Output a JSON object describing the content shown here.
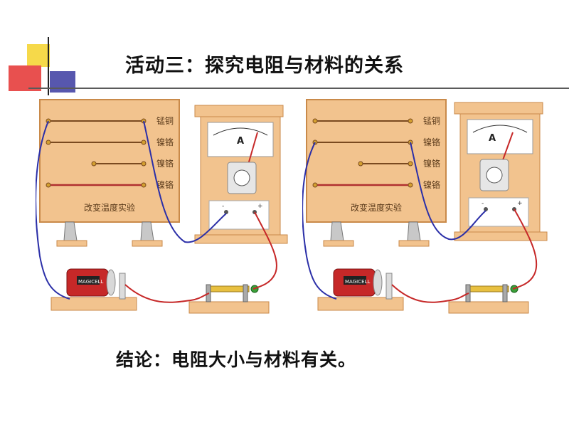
{
  "title": "活动三：探究电阻与材料的关系",
  "conclusion": "结论：电阻大小与材料有关。",
  "panels": [
    {
      "board_caption": "改变温度实验",
      "wire_labels": [
        "锰铜",
        "镍铬",
        "镍铬",
        "镍铬"
      ],
      "meter_unit": "A",
      "battery_label": "MAGICELL",
      "meter_terminals": [
        "-",
        "+"
      ]
    },
    {
      "board_caption": "改变温度实验",
      "wire_labels": [
        "锰铜",
        "镍铬",
        "镍铬",
        "镍铬"
      ],
      "meter_unit": "A",
      "battery_label": "MAGICELL",
      "meter_terminals": [
        "-",
        "+"
      ]
    }
  ],
  "colors": {
    "board": "#f2c38e",
    "board_edge": "#c98a4a",
    "wire_blue": "#2b2fa8",
    "wire_red": "#c62828",
    "logo_yellow": "#f6d94a",
    "logo_red": "#e8504f",
    "logo_blue": "#3a3aa0"
  }
}
